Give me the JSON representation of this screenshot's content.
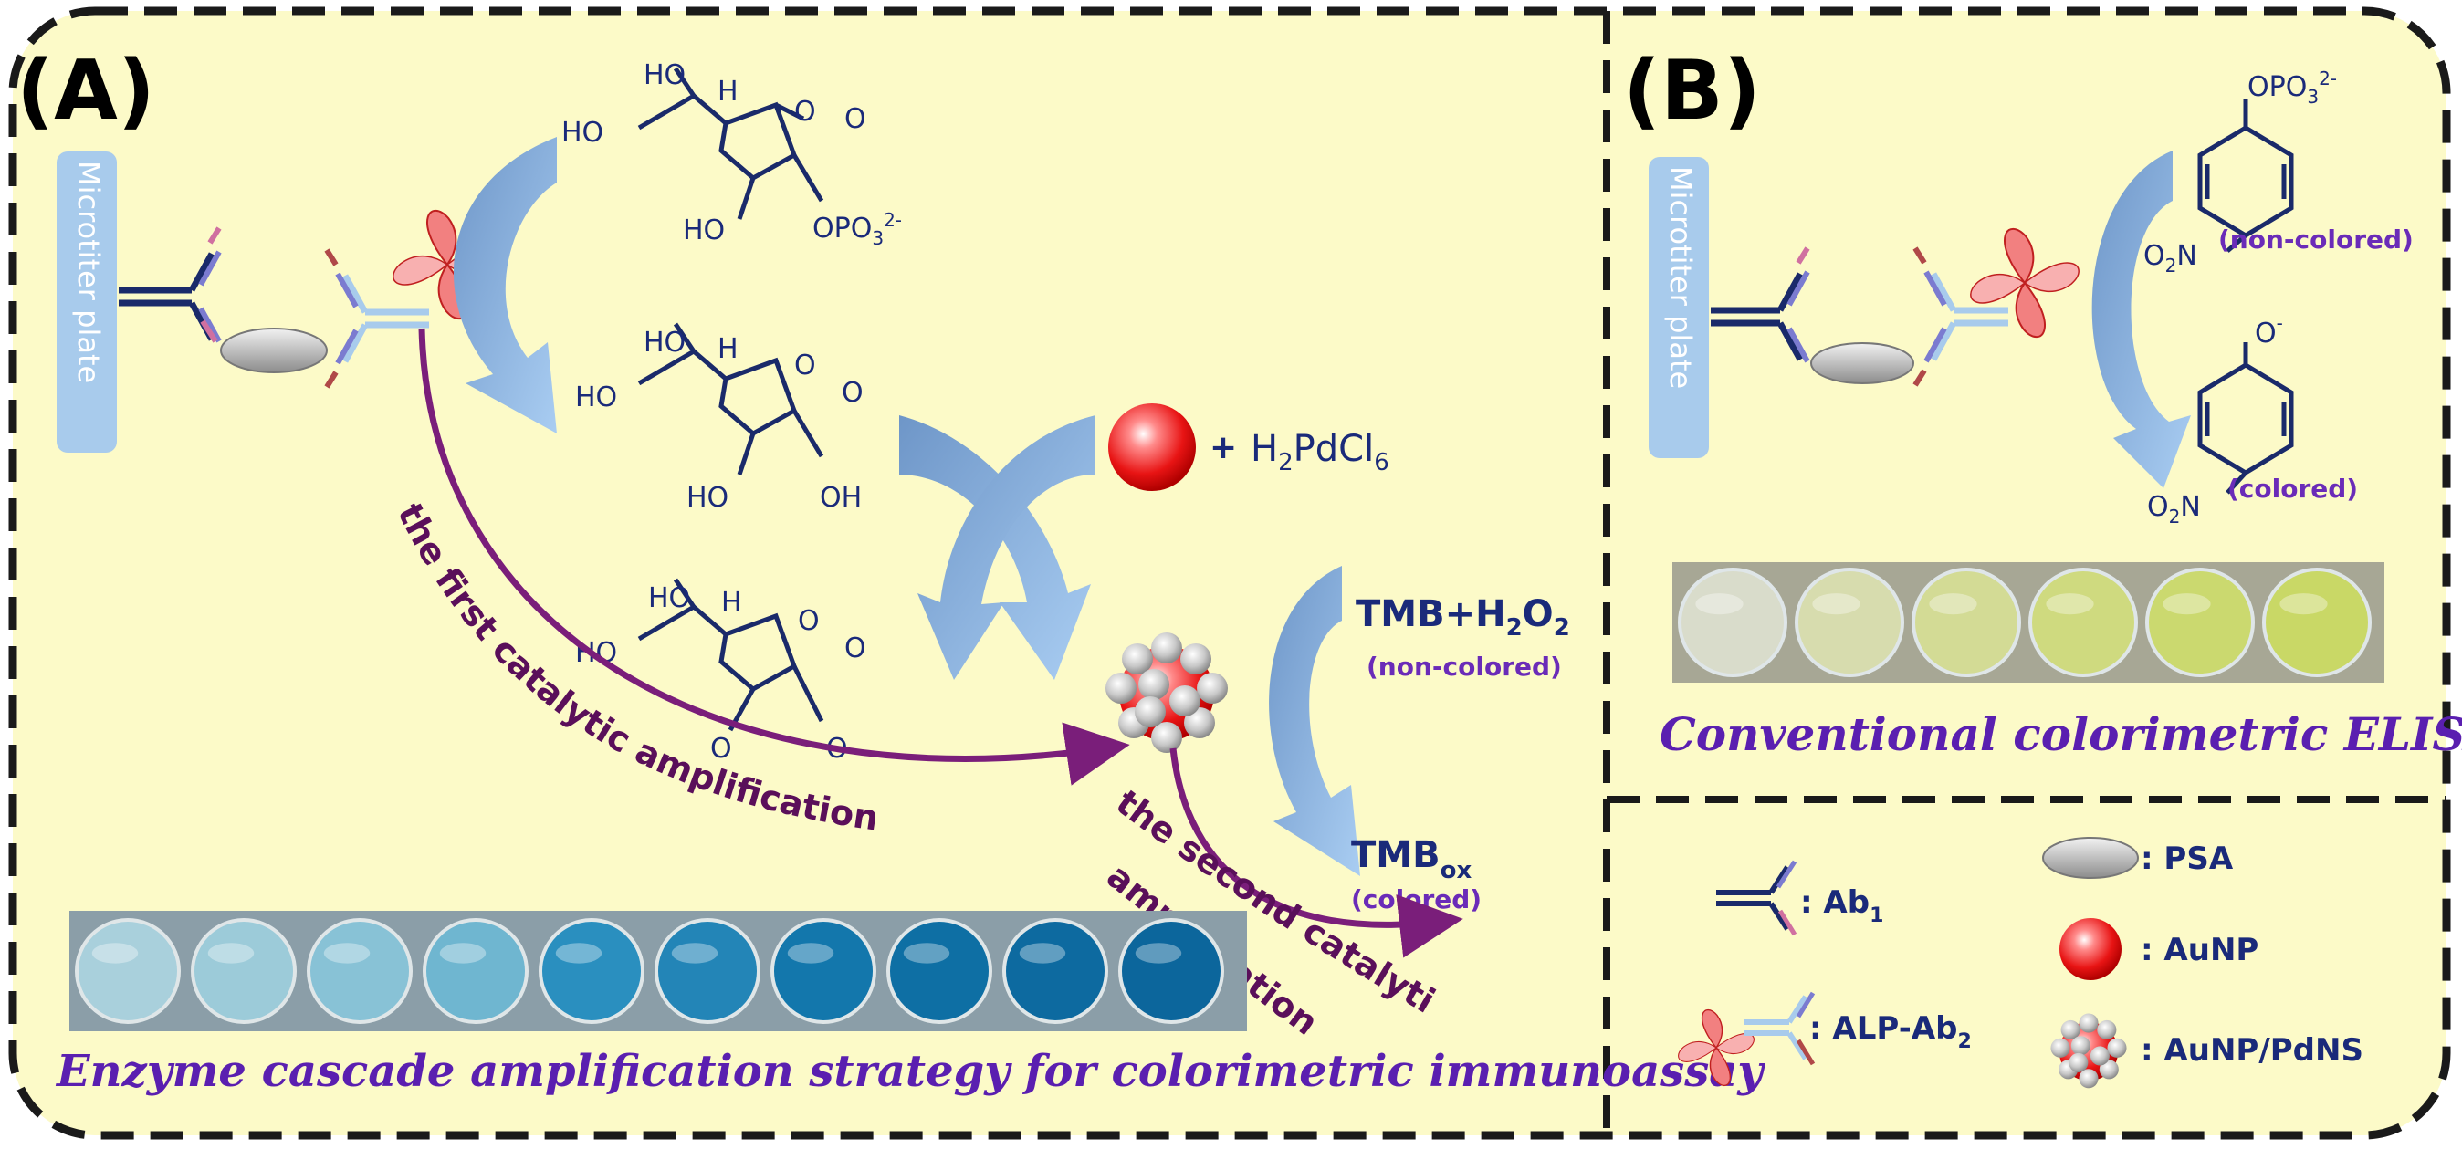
{
  "panels": {
    "a_label": "(A)",
    "b_label": "(B)"
  },
  "microtiter_label": "Microtiter plate",
  "panel_a": {
    "reagent_top_plus": "+",
    "reagent_h2pdcl6": "H",
    "reagent_h2pdcl6_sub1": "2",
    "reagent_h2pdcl6_mid": "PdCl",
    "reagent_h2pdcl6_sub2": "6",
    "tmb_h2o2_main": "TMB+H",
    "tmb_h2o2_sub": "2",
    "tmb_h2o2_o": "O",
    "tmb_h2o2_sub2": "2",
    "non_colored": "(non-colored)",
    "tmb_ox_main": "TMB",
    "tmb_ox_sub": "ox",
    "colored": "(colored)",
    "first_amplification": "the first catalytic amplification",
    "second_amplification_1": "the second catalytic",
    "second_amplification_2": "amplification",
    "caption": "Enzyme cascade amplification strategy for colorimetric immunoassay",
    "molecule_labels": {
      "ho": "HO",
      "oh": "OH",
      "h": "H",
      "o": "O",
      "opo3": "OPO",
      "opo3_sub": "3",
      "opo3_sup": "2-"
    }
  },
  "panel_b": {
    "opo3": "OPO",
    "opo3_sub": "3",
    "opo3_sup": "2-",
    "o2n": "O",
    "o2n_sub": "2",
    "o2n_n": "N",
    "non_colored": "(non-colored)",
    "o_minus": "O",
    "o_minus_sup": "-",
    "colored": "(colored)",
    "caption": "Conventional colorimetric ELISA"
  },
  "legend": {
    "ab1": ": Ab",
    "ab1_sub": "1",
    "psa": ": PSA",
    "alp_ab2": ": ALP-Ab",
    "alp_ab2_sub": "2",
    "aunp": ": AuNP",
    "aunp_pdns": ": AuNP/PdNS"
  },
  "colors": {
    "background": "#fcfac8",
    "border": "#1a1a1a",
    "arrow_dark": "#6e96c8",
    "arrow_light": "#a9cdf2",
    "arc_purple": "#7a1e7a",
    "caption_purple": "#5a1fb0",
    "label_blue": "#1a2a7a",
    "plate_blue": "#a8cbec",
    "well_blue_light": "#9cc9db",
    "well_blue_dark": "#0f5e8e",
    "well_yellow": "#e0e59a",
    "aunp_red": "#e62020"
  },
  "wells_a": [
    {
      "color": "#a9d0dc"
    },
    {
      "color": "#9ccbd9"
    },
    {
      "color": "#88c2d6"
    },
    {
      "color": "#6fb6d0"
    },
    {
      "color": "#2a8fbf"
    },
    {
      "color": "#2385b7"
    },
    {
      "color": "#1377ac"
    },
    {
      "color": "#0e6fa4"
    },
    {
      "color": "#0d6aa0"
    },
    {
      "color": "#0c669c"
    }
  ],
  "wells_b": [
    {
      "color": "#d9dccb"
    },
    {
      "color": "#d7dcae"
    },
    {
      "color": "#d3db95"
    },
    {
      "color": "#cfda7f"
    },
    {
      "color": "#cbd96f"
    },
    {
      "color": "#c9d866"
    }
  ]
}
